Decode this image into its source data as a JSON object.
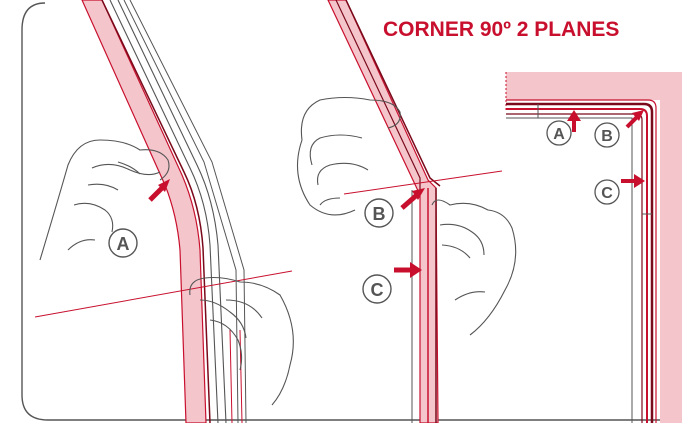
{
  "title": "CORNER 90º 2 PLANES",
  "labels": {
    "panel1_a": "A",
    "panel2_b": "B",
    "panel2_c": "C",
    "panel3_a": "A",
    "panel3_b": "B",
    "panel3_c": "C"
  },
  "colors": {
    "red": "#c8102e",
    "pink": "#f4c6cc",
    "line": "#555555"
  }
}
